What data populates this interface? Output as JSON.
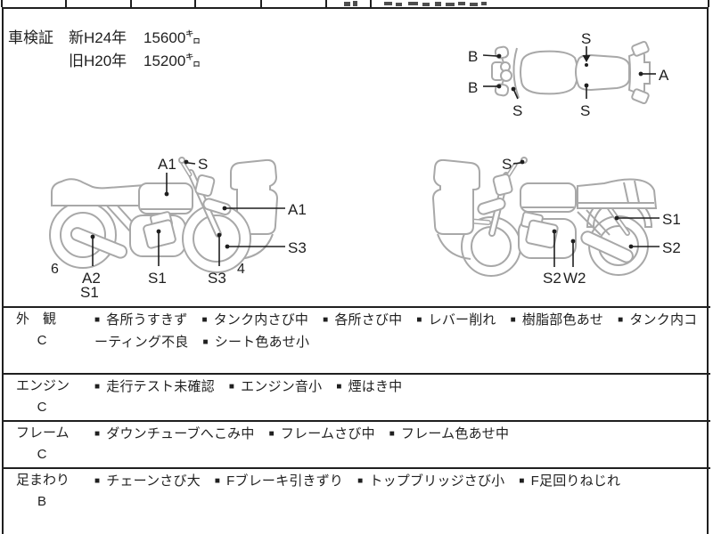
{
  "colors": {
    "ink": "#1f1f1f",
    "outline": "#a8a8a8",
    "paper": "#ffffff"
  },
  "header": {
    "title": "車検証",
    "rows": [
      {
        "era": "新H24年",
        "odo": "15600㌔"
      },
      {
        "era": "旧H20年",
        "odo": "15200㌔"
      }
    ]
  },
  "diagram_labels": {
    "top_view": {
      "b_upper": "B",
      "b_lower": "B",
      "s_front": "S",
      "s_tank": "S",
      "s_seat": "S",
      "a_tail": "A"
    },
    "left_bike": {
      "a1_tank": "A1",
      "s_mirror": "S",
      "a1_fender": "A1",
      "s3_wheel": "S3",
      "s3_fork": "S3",
      "s1_engine": "S1",
      "a2_muffler": "A2",
      "s1_muffler": "S1",
      "num_left": "6",
      "num_right": "4"
    },
    "right_bike": {
      "s_mirror": "S",
      "s1_shock": "S1",
      "s2_wheel": "S2",
      "s2_engine": "S2",
      "w2_frame": "W2"
    }
  },
  "inspection": {
    "bullet": "■",
    "rows": [
      {
        "name": "外　観",
        "grade": "C",
        "items": [
          "各所うすきず",
          "タンク内さび中",
          "各所さび中",
          "レバー削れ",
          "樹脂部色あせ",
          "タンク内コーティング不良",
          "シート色あせ小"
        ]
      },
      {
        "name": "エンジン",
        "grade": "C",
        "items": [
          "走行テスト未確認",
          "エンジン音小",
          "煙はき中"
        ]
      },
      {
        "name": "フレーム",
        "grade": "C",
        "items": [
          "ダウンチューブへこみ中",
          "フレームさび中",
          "フレーム色あせ中"
        ]
      },
      {
        "name": "足まわり",
        "grade": "B",
        "items": [
          "チェーンさび大",
          "Fブレーキ引きずり",
          "トップブリッジさび小",
          "F足回りねじれ"
        ]
      }
    ]
  }
}
